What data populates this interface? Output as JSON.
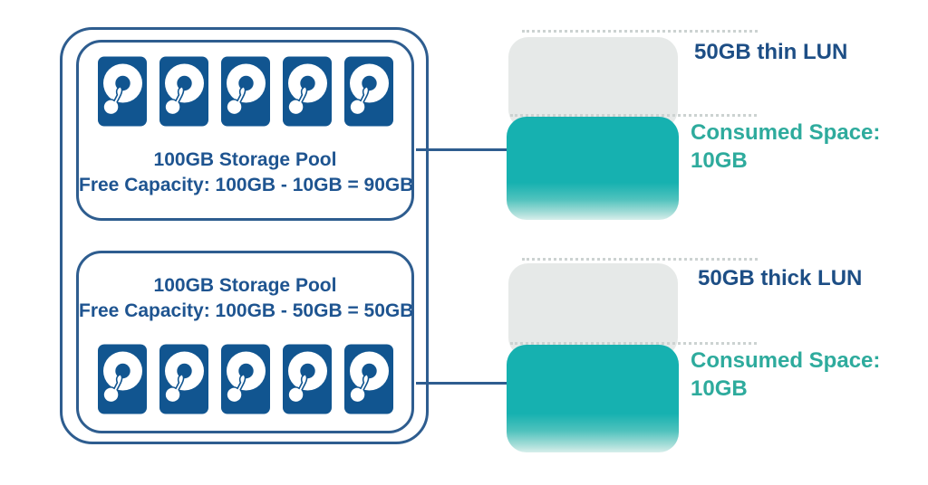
{
  "storage_pools_container": {
    "pools": [
      {
        "title": "100GB Storage Pool",
        "free_capacity": "Free Capacity: 100GB - 10GB = 90GB",
        "disk_count": 5
      },
      {
        "title": "100GB Storage Pool",
        "free_capacity": "Free Capacity: 100GB - 50GB = 50GB",
        "disk_count": 5
      }
    ]
  },
  "luns": [
    {
      "label": "50GB thin LUN",
      "consumed": {
        "line1": "Consumed Space:",
        "line2": "10GB"
      }
    },
    {
      "label": "50GB thick LUN",
      "consumed": {
        "line1": "Consumed Space:",
        "line2": "10GB"
      }
    }
  ],
  "icons": {
    "disk": "hard-disk-icon"
  },
  "colors": {
    "navy_border": "#2e5d8f",
    "navy_fill": "#115590",
    "pool_text": "#1e5490",
    "lun_label": "#1d4e85",
    "teal": "#16b1b0",
    "teal_text": "#2eab9d",
    "lun_gray": "#e6e9e8",
    "dash_gray": "#ccd2d1"
  }
}
